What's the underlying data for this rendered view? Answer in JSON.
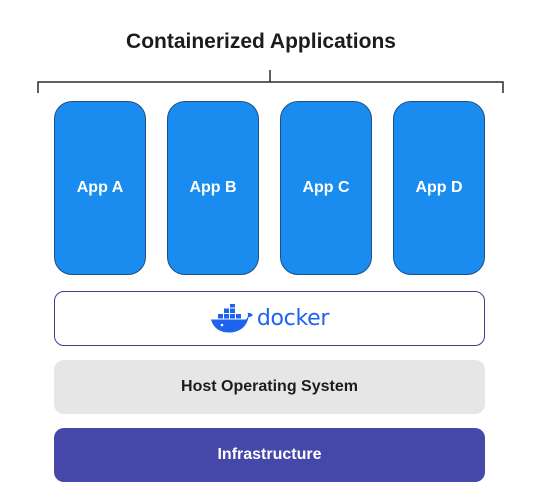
{
  "title": "Containerized Applications",
  "apps": [
    {
      "label": "App A"
    },
    {
      "label": "App B"
    },
    {
      "label": "App C"
    },
    {
      "label": "App D"
    }
  ],
  "docker_layer": {
    "logo_text": "docker",
    "logo_icon": "docker-whale-icon"
  },
  "host_layer": {
    "label": "Host Operating System"
  },
  "infrastructure_layer": {
    "label": "Infrastructure"
  },
  "colors": {
    "app_blue": "#1a8cf0",
    "docker_blue": "#1d63ed",
    "host_gray": "#e6e6e6",
    "infrastructure_purple": "#4547a9"
  }
}
